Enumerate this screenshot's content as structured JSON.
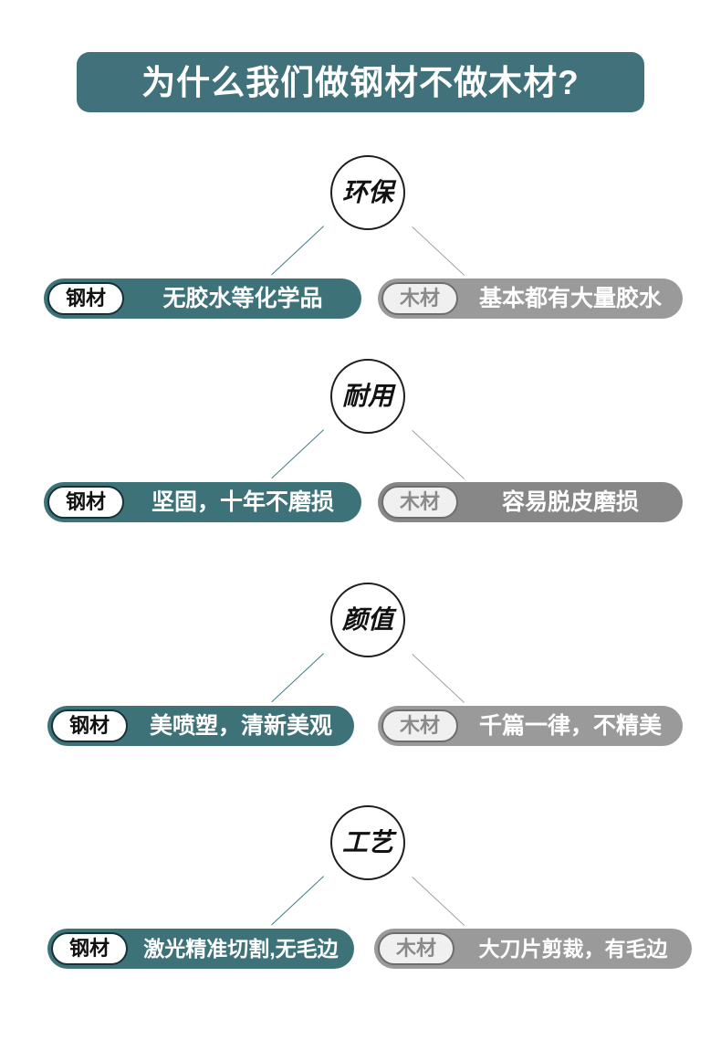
{
  "header": {
    "title": "为什么我们做钢材不做木材?",
    "bg_color": "#41717a",
    "text_color": "#ffffff"
  },
  "theme": {
    "steel_color": "#3d7279",
    "wood_color": "#9a9a9a",
    "wood_color_dark": "#878787",
    "connector_left_color": "#3f7d85",
    "connector_right_color": "#a0a0a0",
    "circle_border_color": "#1f1f1f",
    "page_bg": "#ffffff"
  },
  "rows": [
    {
      "category": "环保",
      "steel": {
        "badge": "钢材",
        "desc": "无胶水等化学品"
      },
      "wood": {
        "badge": "木材",
        "desc": "基本都有大量胶水"
      }
    },
    {
      "category": "耐用",
      "steel": {
        "badge": "钢材",
        "desc": "坚固，十年不磨损"
      },
      "wood": {
        "badge": "木材",
        "desc": "容易脱皮磨损"
      }
    },
    {
      "category": "颜值",
      "steel": {
        "badge": "钢材",
        "desc": "美喷塑，清新美观"
      },
      "wood": {
        "badge": "木材",
        "desc": "千篇一律，不精美"
      }
    },
    {
      "category": "工艺",
      "steel": {
        "badge": "钢材",
        "desc": "激光精准切割,无毛边"
      },
      "wood": {
        "badge": "木材",
        "desc": "大刀片剪裁，有毛边"
      }
    }
  ]
}
